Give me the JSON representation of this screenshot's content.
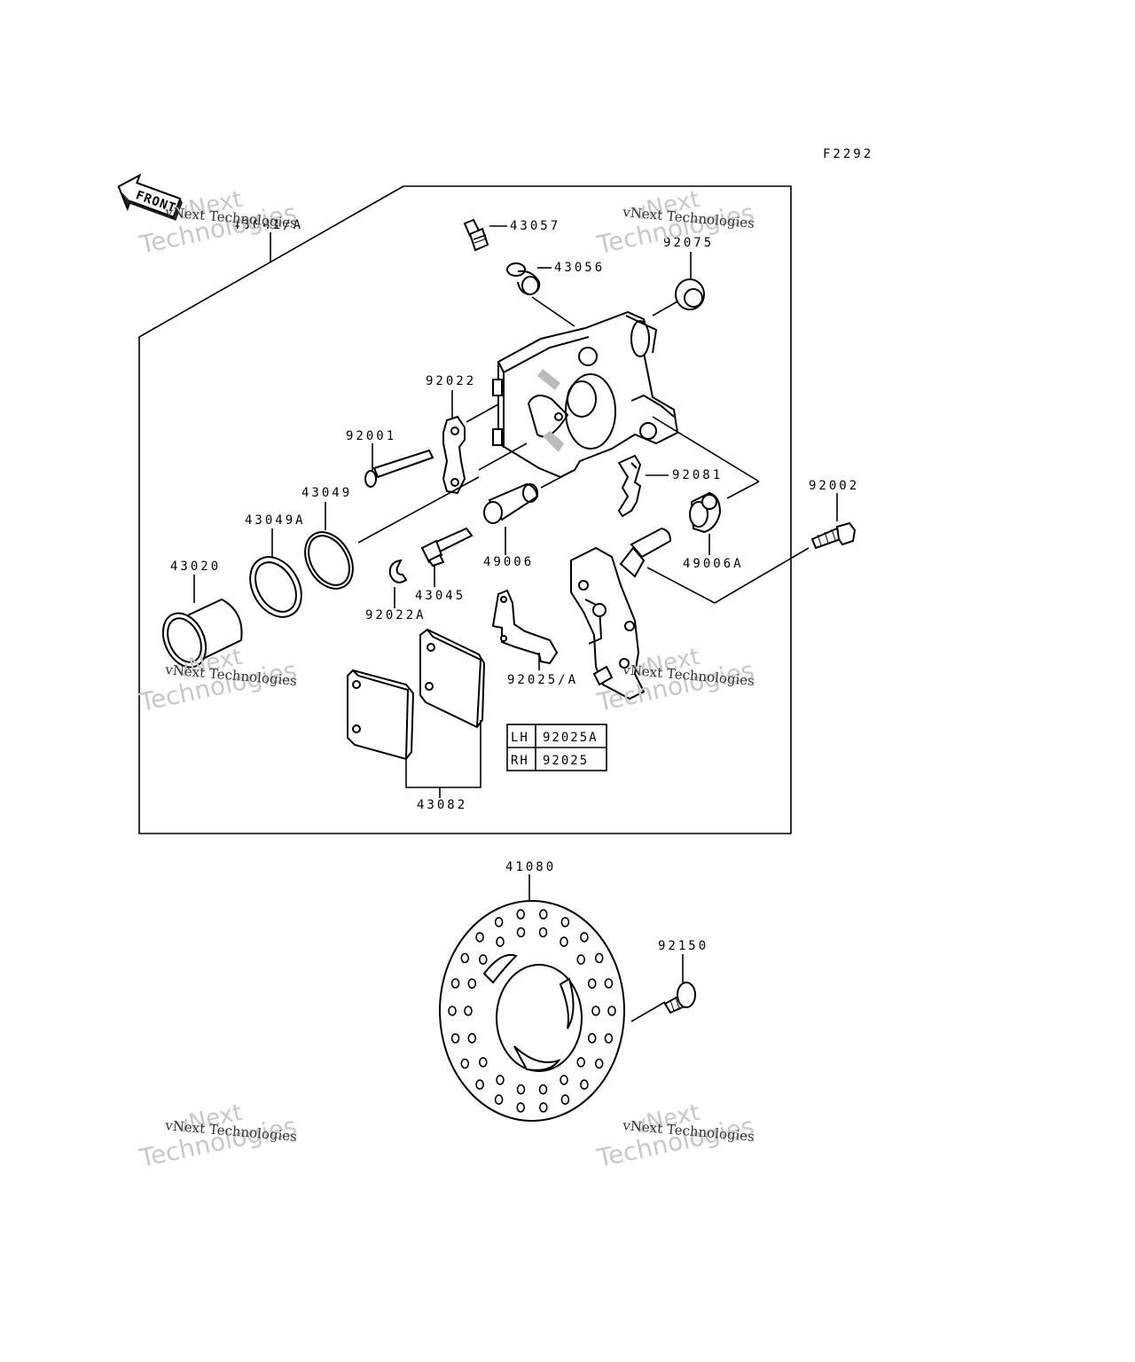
{
  "figure_code": "F2292",
  "front_label": "FRONT",
  "assembly_label": "43041/A",
  "parts": {
    "p43057": "43057",
    "p43056": "43056",
    "p92075": "92075",
    "p92022": "92022",
    "p92001": "92001",
    "p92081": "92081",
    "p92002": "92002",
    "p43049": "43049",
    "p43049A": "43049A",
    "p43020": "43020",
    "p49006": "49006",
    "p49006A": "49006A",
    "p43045": "43045",
    "p92022A": "92022A",
    "p92025A_combo": "92025/A",
    "p43082": "43082",
    "p41080": "41080",
    "p92150": "92150"
  },
  "side_table": {
    "rows": [
      {
        "side": "LH",
        "part": "92025A"
      },
      {
        "side": "RH",
        "part": "92025"
      }
    ]
  },
  "watermark": {
    "brand": "vNext Technologies",
    "line1": "vNext",
    "line2": "Technologies"
  }
}
